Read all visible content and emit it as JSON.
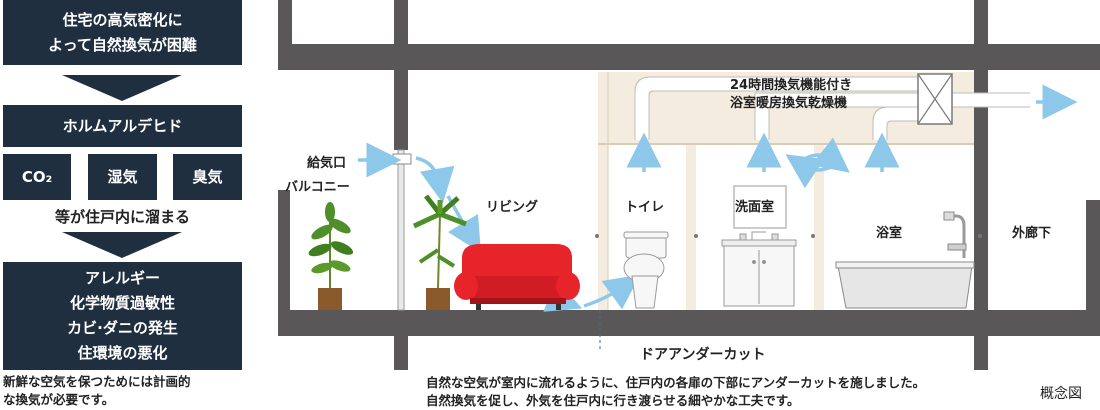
{
  "flow": {
    "top_box": [
      "住宅の高気密化に",
      "よって自然換気が困難"
    ],
    "formaldehyde": "ホルムアルデヒド",
    "pollutants": [
      "CO₂",
      "湿気",
      "臭気"
    ],
    "accumulate": "等が住戸内に溜まる",
    "effects": [
      "アレルギー",
      "化学物質過敏性",
      "カビ·ダニの発生",
      "住環境の悪化"
    ],
    "note": [
      "新鮮な空気を保つためには計画的",
      "な換気が必要です。"
    ]
  },
  "diagram": {
    "intake_label": "給気口",
    "balcony": "バルコニー",
    "living": "リビング",
    "toilet": "トイレ",
    "washroom": "洗面室",
    "bathroom": "浴室",
    "outer_corridor": "外廊下",
    "ventilator": [
      "24時間換気機能付き",
      "浴室暖房換気乾燥機"
    ],
    "door_undercut": "ドアアンダーカット",
    "concept": "概念図",
    "caption": [
      "自然な空気が室内に流れるように、住戸内の各扉の下部にアンダーカットを施しました。",
      "自然換気を促し、外気を住戸内に行き渡らせる細やかな工夫です。"
    ],
    "colors": {
      "structure": "#595757",
      "duct_area": "#f4ecdf",
      "arrow": "#8dc8ea",
      "sofa": "#e8242b",
      "box": "#1f2f40"
    }
  }
}
